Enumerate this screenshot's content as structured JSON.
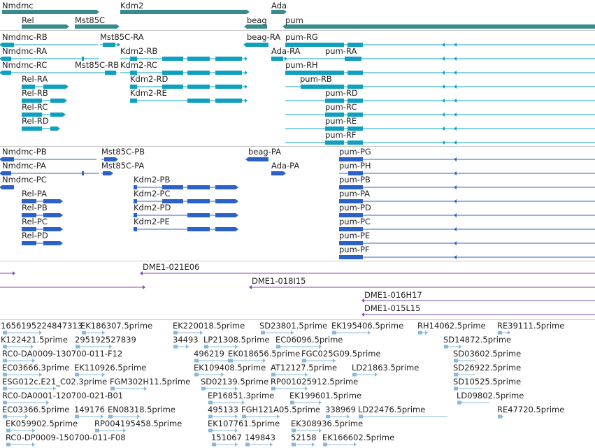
{
  "colors": {
    "genes": "#3a8c8c",
    "transcripts_cds": "#0fa0c0",
    "proteins": "#2a62c8",
    "clones": "#7a4ab8",
    "ests": "#88b8dc",
    "separator": "#c8c8c8"
  },
  "tracks": {
    "genes": [
      "Nmdmc",
      "Kdm2",
      "Ada",
      "Rel",
      "Mst85C",
      "beag",
      "pum"
    ],
    "transcripts": [
      "Nmdmc-RB",
      "Mst85C-RA",
      "beag-RA",
      "pum-RG",
      "Nmdmc-RA",
      "Kdm2-RB",
      "Ada-RA",
      "pum-RA",
      "Nmdmc-RC",
      "Mst85C-RB",
      "Kdm2-RC",
      "pum-RH",
      "Rel-RA",
      "Kdm2-RD",
      "pum-RB",
      "Rel-RB",
      "Kdm2-RE",
      "pum-RD",
      "Rel-RC",
      "pum-RC",
      "Rel-RD",
      "pum-RE",
      "pum-RF"
    ],
    "proteins": [
      "Nmdmc-PB",
      "Mst85C-PB",
      "beag-PA",
      "pum-PG",
      "Nmdmc-PA",
      "Mst85C-PA",
      "Ada-PA",
      "pum-PH",
      "Nmdmc-PC",
      "Kdm2-PB",
      "pum-PB",
      "Rel-PA",
      "Kdm2-PC",
      "pum-PA",
      "Rel-PB",
      "Kdm2-PD",
      "pum-PD",
      "Rel-PC",
      "Kdm2-PE",
      "pum-PC",
      "Rel-PD",
      "pum-PE",
      "pum-PF"
    ],
    "clones": [
      "DME1-021E06",
      "DME1-018I15",
      "DME1-016H17",
      "DME1-015L15"
    ],
    "ests": [
      "1656195224847313",
      "EK186307.5prime",
      "EK220018.5prime",
      "SD23801.5prime",
      "EK195406.5prime",
      "RH14062.5prime",
      "RE39111.5prime",
      "K122421.5prime",
      "295192527839",
      "34493",
      "LP21308.5prime",
      "EC06096.5prime",
      "SD14872.5prime",
      "RC0-DA0009-130700-011-F12",
      "496219",
      "EK018656.5prime",
      "FGC025G09.5prime",
      "SD03602.5prime",
      "EC03666.3prime",
      "EK110926.5prime",
      "EK109408.5prime",
      "AT12127.5prime",
      "LD21863.5prime",
      "SD26922.5prime",
      "ESG012c.E21_C02.3prime",
      "FGM302H11.5prime",
      "SD02139.5prime",
      "RP001025912.5prime",
      "SD10525.5prime",
      "RC0-DA0001-120700-021-B01",
      "EP16851.3prime",
      "EK199601.5prime",
      "LD09802.5prime",
      "EC03366.5prime",
      "149176",
      "EN08318.5prime",
      "495133",
      "FGH121A05.5prime",
      "338969",
      "LD22476.5prime",
      "RE47720.5prime",
      "EK059902.5prime",
      "RP004195458.5prime",
      "EK107761.5prime",
      "EK308936.5prime",
      "RC0-DP0009-150700-011-F08",
      "151067",
      "149843",
      "52158",
      "EK166602.5prime"
    ]
  }
}
